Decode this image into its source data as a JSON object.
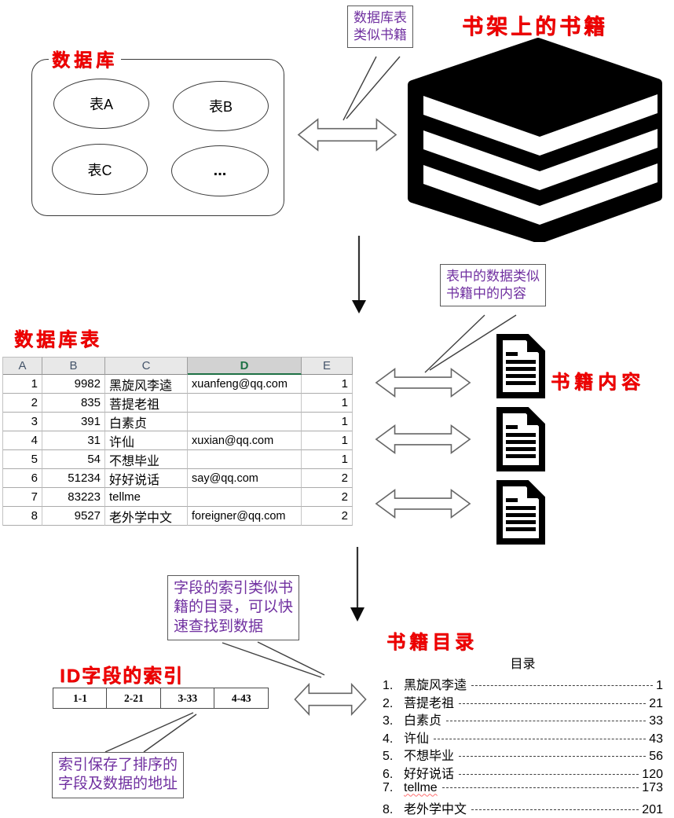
{
  "colors": {
    "title_red": "#F00000",
    "callout_purple": "#7030A0",
    "excel_green": "#1E7145",
    "header_gray": "#E8E8E8",
    "selected_header_gray": "#D2D2D2"
  },
  "icons": {
    "books": "books-stack-icon",
    "document": "document-icon",
    "double_arrow": "double-arrow-icon",
    "down_arrow": "down-arrow-icon"
  },
  "database": {
    "title": "数据库",
    "tables": [
      "表A",
      "表B",
      "表C",
      "..."
    ]
  },
  "shelf": {
    "title": "书架上的书籍"
  },
  "callouts": {
    "c1": {
      "lines": [
        "数据库表",
        "类似书籍"
      ]
    },
    "c2": {
      "lines": [
        "表中的数据类似",
        "书籍中的内容"
      ]
    },
    "c3": {
      "lines": [
        "字段的索引类似书",
        "籍的目录，可以快",
        "速查找到数据"
      ]
    },
    "c4": {
      "lines": [
        "索引保存了排序的",
        "字段及数据的地址"
      ]
    }
  },
  "spreadsheet": {
    "title": "数据库表",
    "columns": [
      "A",
      "B",
      "C",
      "D",
      "E"
    ],
    "selected_column": "D",
    "rows": [
      [
        "1",
        "9982",
        "黑旋风李逵",
        "xuanfeng@qq.com",
        "1"
      ],
      [
        "2",
        "835",
        "菩提老祖",
        "",
        "1"
      ],
      [
        "3",
        "391",
        "白素贞",
        "",
        "1"
      ],
      [
        "4",
        "31",
        "许仙",
        "xuxian@qq.com",
        "1"
      ],
      [
        "5",
        "54",
        "不想毕业",
        "",
        "1"
      ],
      [
        "6",
        "51234",
        "好好说话",
        "say@qq.com",
        "2"
      ],
      [
        "7",
        "83223",
        "tellme",
        "",
        "2"
      ],
      [
        "8",
        "9527",
        "老外学中文",
        "foreigner@qq.com",
        "2"
      ]
    ]
  },
  "book_content": {
    "title": "书籍内容"
  },
  "index": {
    "title": "ID字段的索引",
    "cells": [
      "1-1",
      "2-21",
      "3-33",
      "4-43"
    ]
  },
  "catalog": {
    "title": "书籍目录",
    "heading": "目录",
    "items": [
      {
        "num": "1.",
        "name": "黑旋风李逵",
        "page": "1",
        "misspelled": false
      },
      {
        "num": "2.",
        "name": "菩提老祖",
        "page": "21",
        "misspelled": false
      },
      {
        "num": "3.",
        "name": "白素贞",
        "page": "33",
        "misspelled": false
      },
      {
        "num": "4.",
        "name": "许仙",
        "page": "43",
        "misspelled": false
      },
      {
        "num": "5.",
        "name": "不想毕业",
        "page": "56",
        "misspelled": false
      },
      {
        "num": "6.",
        "name": "好好说话",
        "page": "120",
        "misspelled": false
      },
      {
        "num": "7.",
        "name": "tellme",
        "page": "173",
        "misspelled": true
      },
      {
        "num": "8.",
        "name": "老外学中文",
        "page": "201",
        "misspelled": false
      }
    ]
  }
}
